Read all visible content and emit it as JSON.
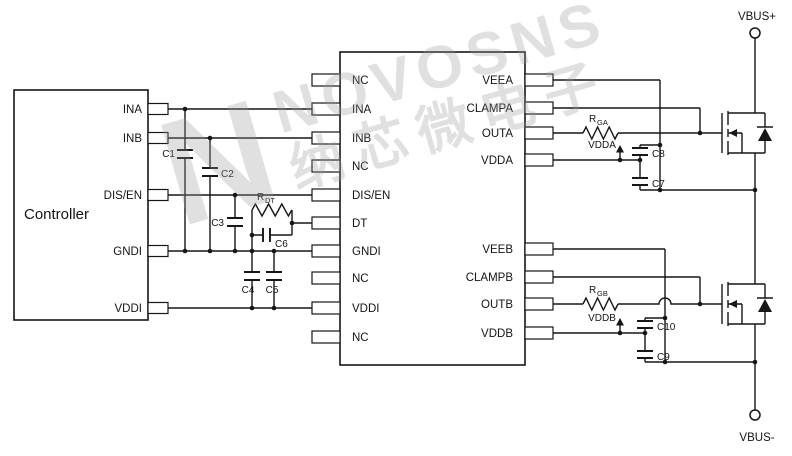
{
  "watermark": {
    "logo": "N",
    "brand": "NOVOSNS",
    "cn": "纳芯微电子"
  },
  "controller": {
    "label": "Controller",
    "pins": {
      "ina": "INA",
      "inb": "INB",
      "disen": "DIS/EN",
      "gndi": "GNDI",
      "vddi": "VDDI"
    }
  },
  "ic": {
    "left": {
      "nc1": "NC",
      "ina": "INA",
      "inb": "INB",
      "nc2": "NC",
      "disen": "DIS/EN",
      "dt": "DT",
      "gndi": "GNDI",
      "nc3": "NC",
      "vddi": "VDDI",
      "nc4": "NC"
    },
    "right": {
      "veea": "VEEA",
      "clampa": "CLAMPA",
      "outa": "OUTA",
      "vdda": "VDDA",
      "veeb": "VEEB",
      "clampb": "CLAMPB",
      "outb": "OUTB",
      "vddb": "VDDB"
    }
  },
  "components": {
    "c1": "C1",
    "c2": "C2",
    "c3": "C3",
    "c4": "C4",
    "c5": "C5",
    "c6": "C6",
    "c7": "C7",
    "c8": "C8",
    "c9": "C9",
    "c10": "C10",
    "rdt_main": "R",
    "rdt_sub": "DT",
    "rga_main": "R",
    "rga_sub": "GA",
    "rgb_main": "R",
    "rgb_sub": "GB"
  },
  "nets": {
    "vdda": "VDDA",
    "vddb": "VDDB",
    "vbus_plus": "VBUS+",
    "vbus_minus": "VBUS-"
  }
}
